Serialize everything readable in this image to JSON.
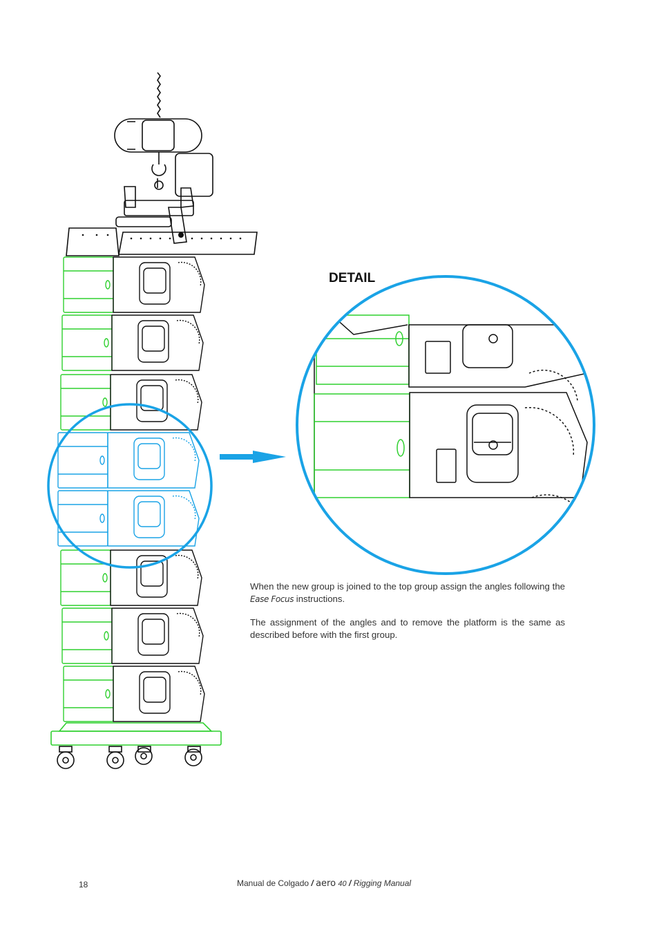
{
  "detail": {
    "label": "DETAIL"
  },
  "body": {
    "p1_before": "When the new group is joined to the top group assign the angles following the ",
    "p1_brand": "Ease Focus",
    "p1_after": " instructions.",
    "p2": "The assignment of the angles and to remove the platform is the same as described before with the first group."
  },
  "footer": {
    "page_number": "18",
    "manual_es": "Manual de Colgado",
    "separator": " / ",
    "model": "aero",
    "model_num": "40",
    "manual_en": "Rigging Manual"
  },
  "colors": {
    "highlight_blue": "#1aa3e6",
    "cabinet_green": "#2fd02f",
    "line_black": "#111111"
  },
  "icons": [
    "chain-hoist-icon",
    "hook-icon",
    "rigging-frame-icon",
    "loudspeaker-cabinet-icon",
    "dolly-wheel-icon",
    "arrow-right-icon"
  ]
}
